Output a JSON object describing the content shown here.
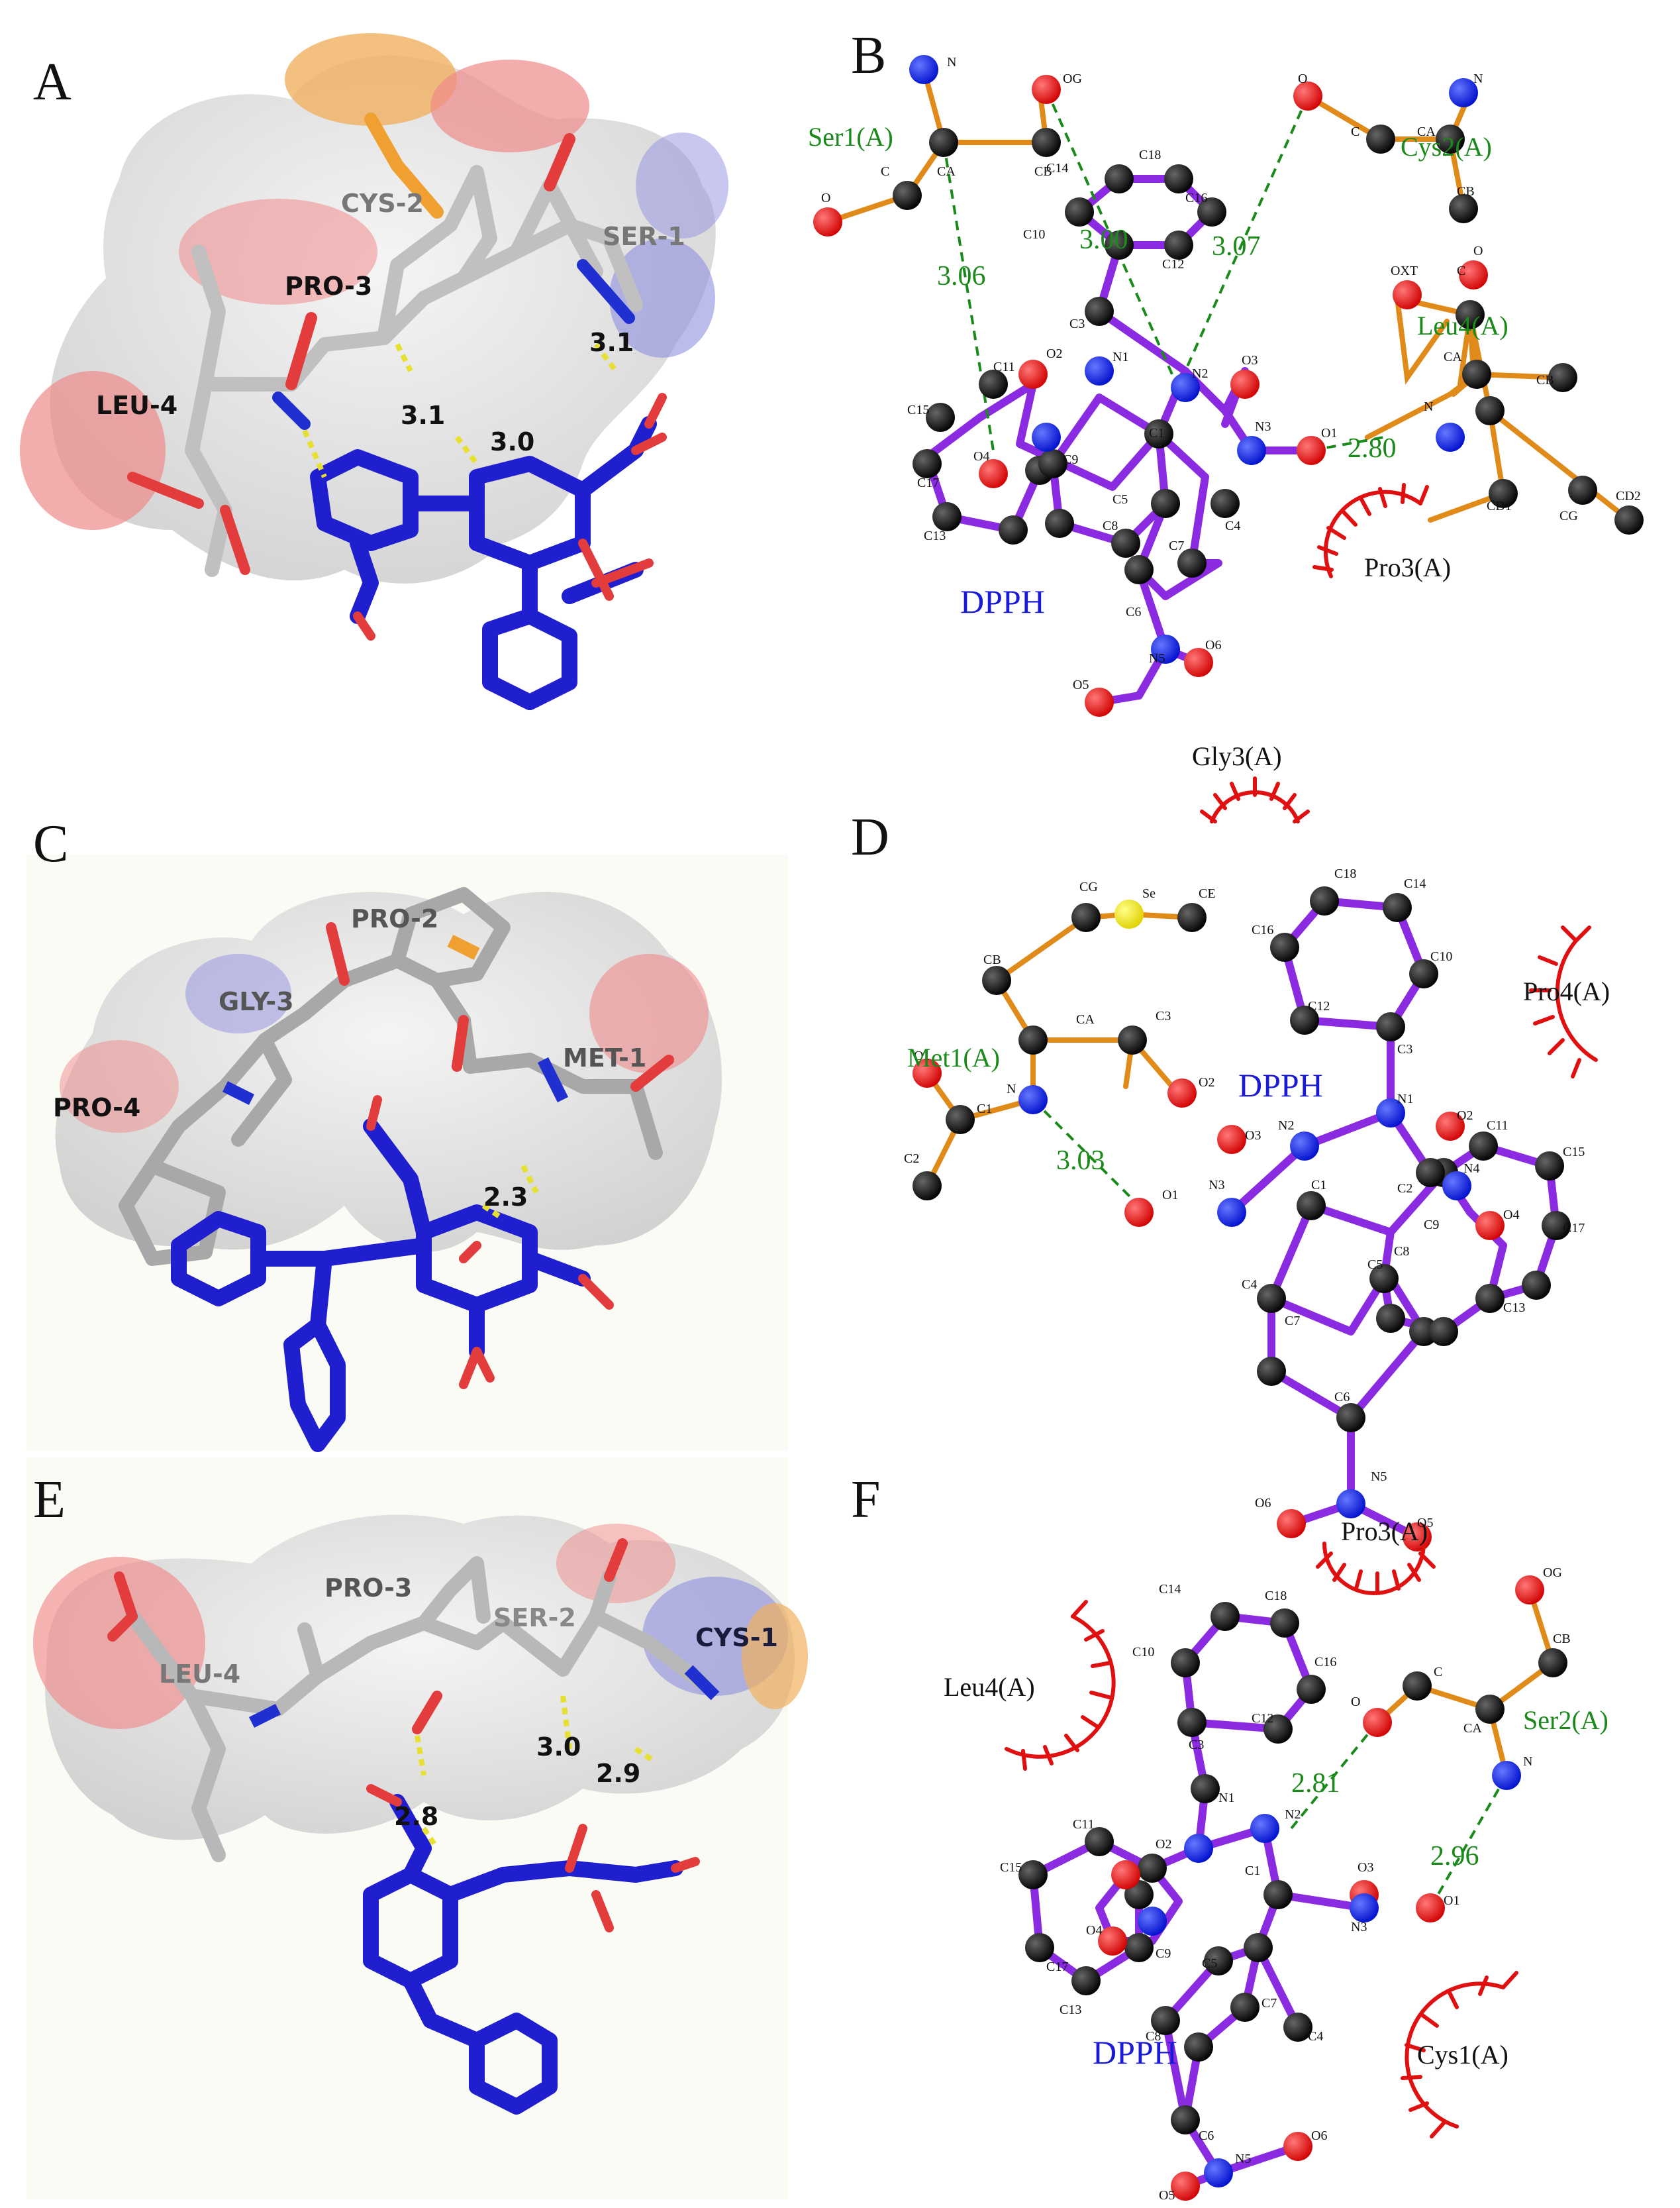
{
  "panels": {
    "A": {
      "label": "A",
      "residues": [
        "CYS-2",
        "PRO-3",
        "SER-1",
        "LEU-4"
      ],
      "distances": [
        "3.1",
        "3.1",
        "3.0"
      ]
    },
    "B": {
      "label": "B",
      "ligand": "DPPH",
      "residues_hbond": [
        "Ser1(A)",
        "Cys2(A)",
        "Leu4(A)"
      ],
      "residues_hydrophobic": [
        "Pro3(A)"
      ],
      "hbond_distances": [
        "3.06",
        "3.00",
        "3.07",
        "2.80"
      ],
      "atoms": [
        "N",
        "OG",
        "O",
        "C",
        "CA",
        "CB",
        "N",
        "CA",
        "C",
        "O",
        "CB",
        "OXT",
        "C",
        "O",
        "CA",
        "CB",
        "N",
        "CG",
        "CD1",
        "CD2",
        "C18",
        "C14",
        "C16",
        "C10",
        "C12",
        "C3",
        "N1",
        "N2",
        "O3",
        "N3",
        "O1",
        "O2",
        "C11",
        "C15",
        "C17",
        "O4",
        "C9",
        "C1",
        "C5",
        "C4",
        "C8",
        "C7",
        "C13",
        "C6",
        "N5",
        "O6",
        "O5"
      ]
    },
    "C": {
      "label": "C",
      "residues": [
        "PRO-2",
        "GLY-3",
        "MET-1",
        "PRO-4"
      ],
      "distances": [
        "2.3"
      ]
    },
    "D": {
      "label": "D",
      "ligand": "DPPH",
      "residues_hbond": [
        "Met1(A)"
      ],
      "residues_hydrophobic": [
        "Gly3(A)",
        "Pro4(A)"
      ],
      "hbond_distances": [
        "3.03"
      ],
      "atoms": [
        "CG",
        "Se",
        "CE",
        "CB",
        "C3",
        "CA",
        "O2",
        "O1",
        "C1",
        "N",
        "C2",
        "C18",
        "C14",
        "C16",
        "C10",
        "C12",
        "C3",
        "N1",
        "N2",
        "O3",
        "O2",
        "C11",
        "C15",
        "N3",
        "O1",
        "C1",
        "C2",
        "N4",
        "O4",
        "C9",
        "C17",
        "C5",
        "C8",
        "C4",
        "C7",
        "C13",
        "C6",
        "N5",
        "O6",
        "O5"
      ]
    },
    "E": {
      "label": "E",
      "residues": [
        "PRO-3",
        "SER-2",
        "CYS-1",
        "LEU-4"
      ],
      "distances": [
        "3.0",
        "2.9",
        "2.8"
      ]
    },
    "F": {
      "label": "F",
      "ligand": "DPPH",
      "residues_hbond": [
        "Ser2(A)"
      ],
      "residues_hydrophobic": [
        "Pro3(A)",
        "Leu4(A)",
        "Cys1(A)"
      ],
      "hbond_distances": [
        "2.81",
        "2.96"
      ],
      "atoms": [
        "OG",
        "CB",
        "C14",
        "C18",
        "C16",
        "C10",
        "C12",
        "O",
        "C",
        "CA",
        "N",
        "C3",
        "N1",
        "N2",
        "O3",
        "C11",
        "O2",
        "C15",
        "O4",
        "C17",
        "C9",
        "C1",
        "N3",
        "O1",
        "C5",
        "C4",
        "C13",
        "C8",
        "C7",
        "C6",
        "N5",
        "O6",
        "O5"
      ]
    }
  },
  "colors": {
    "ligand": "#1f1fd0",
    "carbon3d": "#c8c8c8",
    "oxygen3d": "#e23c3c",
    "sulfur3d": "#f0a030",
    "hbond": "#1a8a1a",
    "hydrophobic": "#e01010",
    "ligbond": "#8a2be2",
    "resbond": "#e08a1a"
  }
}
